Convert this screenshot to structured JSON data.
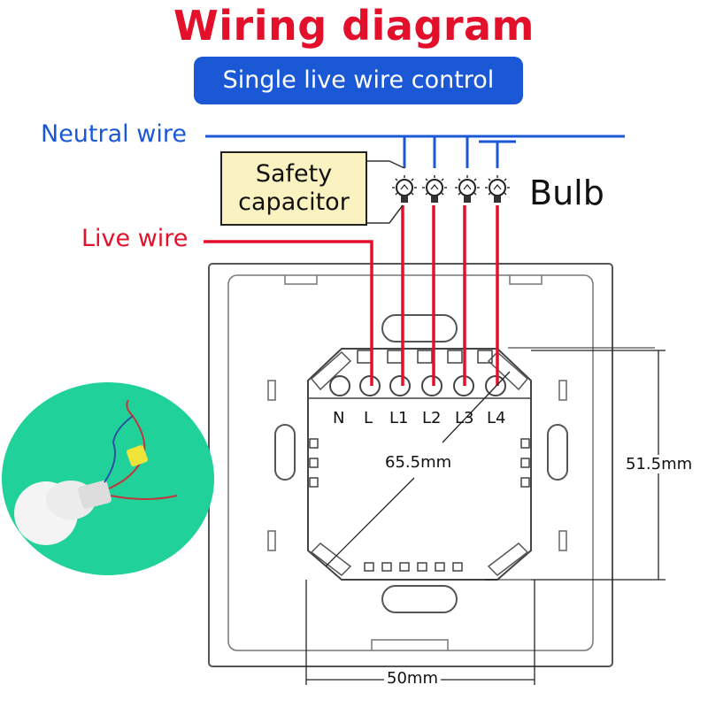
{
  "title": "Wiring diagram",
  "subtitle": "Single live wire control",
  "labels": {
    "neutral": "Neutral wire",
    "live": "Live wire",
    "bulb": "Bulb"
  },
  "capacitor": {
    "line1": "Safety",
    "line2": "capacitor"
  },
  "terminals": [
    "N",
    "L",
    "L1",
    "L2",
    "L3",
    "L4"
  ],
  "dimensions": {
    "diagonal": "65.5mm",
    "height": "51.5mm",
    "width": "50mm"
  },
  "colors": {
    "title": "#e3102b",
    "subtitle_bg": "#1a58d6",
    "neutral": "#1a58d6",
    "live": "#e3102b",
    "capacitor_bg": "#fbf2c2",
    "photo_bg": "#20d29a"
  },
  "icons": {
    "bulb": "light-bulb-icon"
  },
  "bulb_count": 4
}
